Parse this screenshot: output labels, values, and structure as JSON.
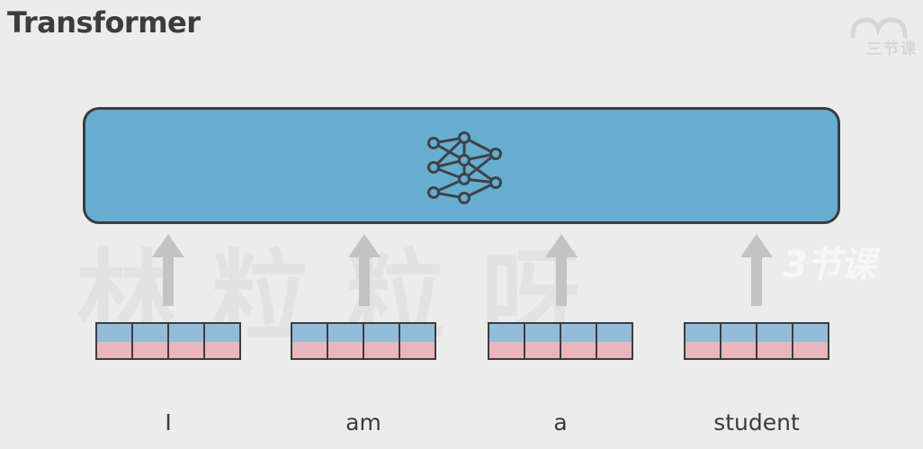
{
  "title": "Transformer",
  "logo": {
    "text": "三节课"
  },
  "watermark": {
    "text": "林粒粒呀",
    "logo_text": "3节课"
  },
  "tokens": [
    {
      "word": "I",
      "cells": 4
    },
    {
      "word": "am",
      "cells": 4
    },
    {
      "word": "a",
      "cells": 4
    },
    {
      "word": "student",
      "cells": 4
    }
  ],
  "colors": {
    "model_fill": "#66aed0",
    "border": "#3a3d40",
    "embedding_top": "#93bcd9",
    "embedding_bottom": "#e9b7bb",
    "arrow": "#c3c3c3",
    "background": "#ececec"
  },
  "icons": {
    "model_icon": "neural-network-icon",
    "arrow_icon": "arrow-up-icon"
  }
}
